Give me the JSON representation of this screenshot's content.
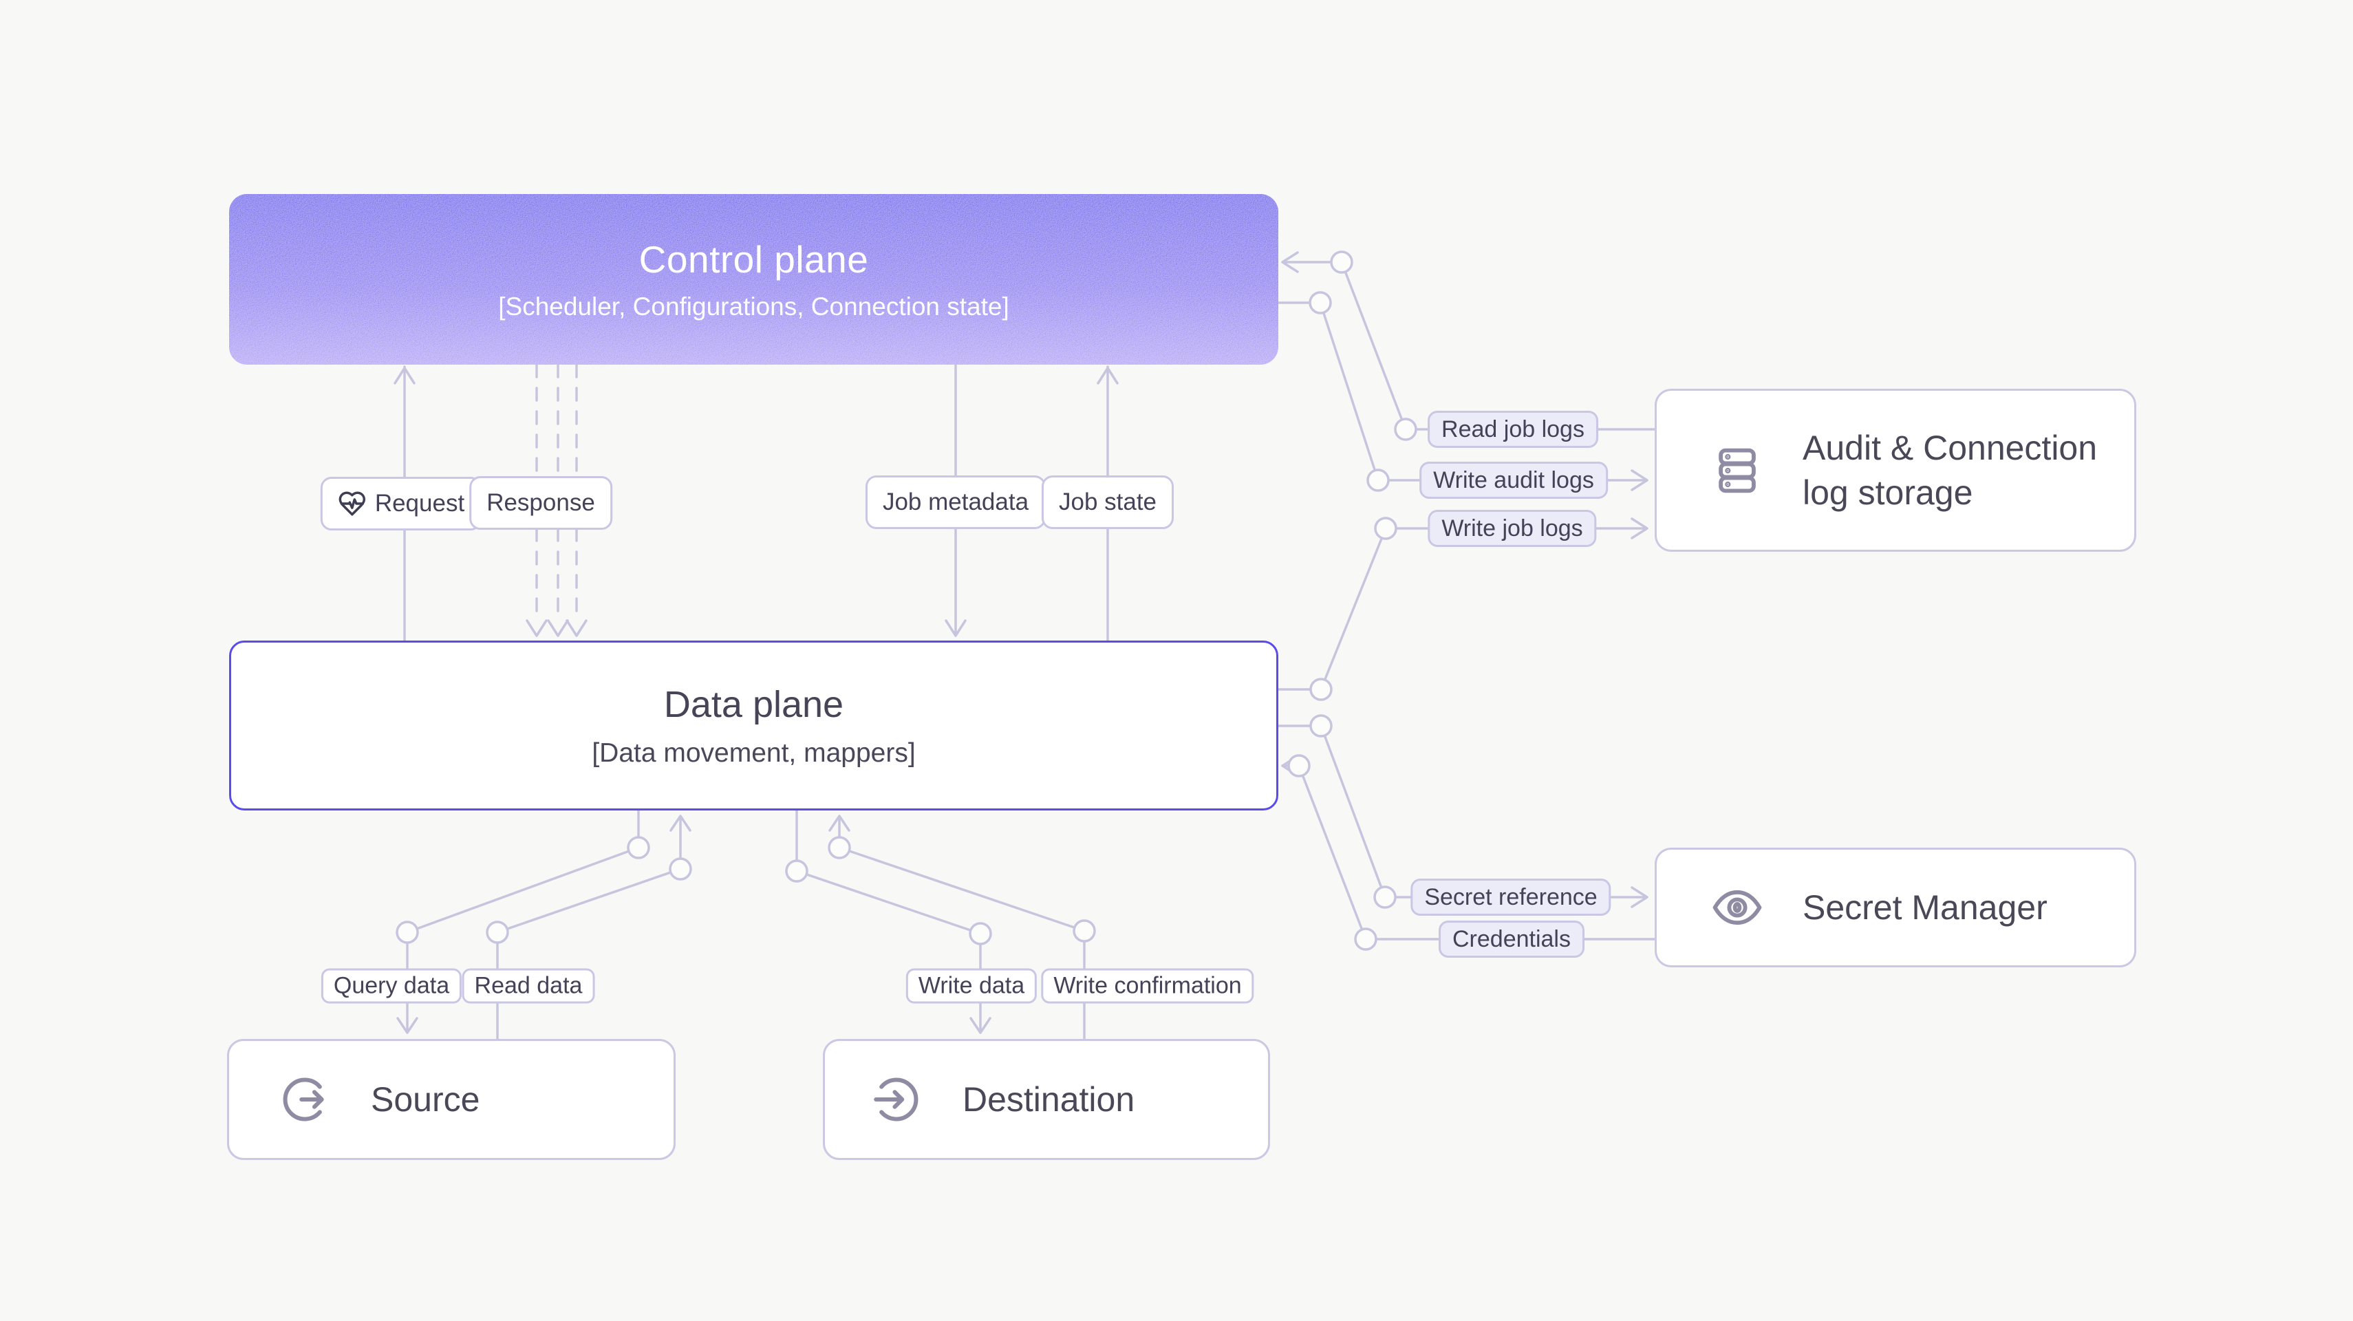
{
  "diagram": {
    "control_plane": {
      "title": "Control plane",
      "subtitle": "[Scheduler, Configurations, Connection state]"
    },
    "data_plane": {
      "title": "Data plane",
      "subtitle": "[Data movement, mappers]"
    },
    "source": {
      "title": "Source",
      "icon": "log-out-circle-icon"
    },
    "destination": {
      "title": "Destination",
      "icon": "log-in-circle-icon"
    },
    "audit_storage": {
      "title_line1": "Audit & Connection",
      "title_line2": "log storage",
      "icon": "server-stack-icon"
    },
    "secret_manager": {
      "title": "Secret Manager",
      "icon": "eye-icon"
    },
    "labels": {
      "request": "Request",
      "response": "Response",
      "job_metadata": "Job metadata",
      "job_state": "Job state",
      "read_job_logs": "Read job logs",
      "write_audit_logs": "Write audit logs",
      "write_job_logs": "Write job logs",
      "secret_reference": "Secret reference",
      "credentials": "Credentials",
      "query_data": "Query data",
      "read_data": "Read data",
      "write_data": "Write data",
      "write_confirmation": "Write confirmation"
    },
    "flows": [
      {
        "label": "Request",
        "from": "Data plane",
        "to": "Control plane",
        "line": "solid"
      },
      {
        "label": "Response",
        "from": "Control plane",
        "to": "Data plane",
        "line": "dashed-triple"
      },
      {
        "label": "Job metadata",
        "from": "Control plane",
        "to": "Data plane",
        "line": "solid"
      },
      {
        "label": "Job state",
        "from": "Data plane",
        "to": "Control plane",
        "line": "solid"
      },
      {
        "label": "Read job logs",
        "from": "Audit & Connection log storage",
        "to": "Control plane",
        "line": "solid"
      },
      {
        "label": "Write audit logs",
        "from": "Control plane",
        "to": "Audit & Connection log storage",
        "line": "solid"
      },
      {
        "label": "Write job logs",
        "from": "Data plane",
        "to": "Audit & Connection log storage",
        "line": "solid"
      },
      {
        "label": "Secret reference",
        "from": "Data plane",
        "to": "Secret Manager",
        "line": "solid"
      },
      {
        "label": "Credentials",
        "from": "Secret Manager",
        "to": "Data plane",
        "line": "solid"
      },
      {
        "label": "Query data",
        "from": "Data plane",
        "to": "Source",
        "line": "solid"
      },
      {
        "label": "Read data",
        "from": "Source",
        "to": "Data plane",
        "line": "solid"
      },
      {
        "label": "Write data",
        "from": "Data plane",
        "to": "Destination",
        "line": "solid"
      },
      {
        "label": "Write confirmation",
        "from": "Destination",
        "to": "Data plane",
        "line": "solid"
      }
    ],
    "colors": {
      "background": "#f8f8f7",
      "control_gradient_top": "#5f54e9",
      "control_gradient_bottom": "#a694f4",
      "data_plane_border": "#5b4be8",
      "wire": "#c7c5de",
      "pill_border": "#c9c7e3",
      "pill_lavender_fill": "#ecebf8",
      "text_dark": "#474457",
      "icon_gray": "#8f8ba3",
      "heart_icon": "#3f3d52"
    }
  }
}
